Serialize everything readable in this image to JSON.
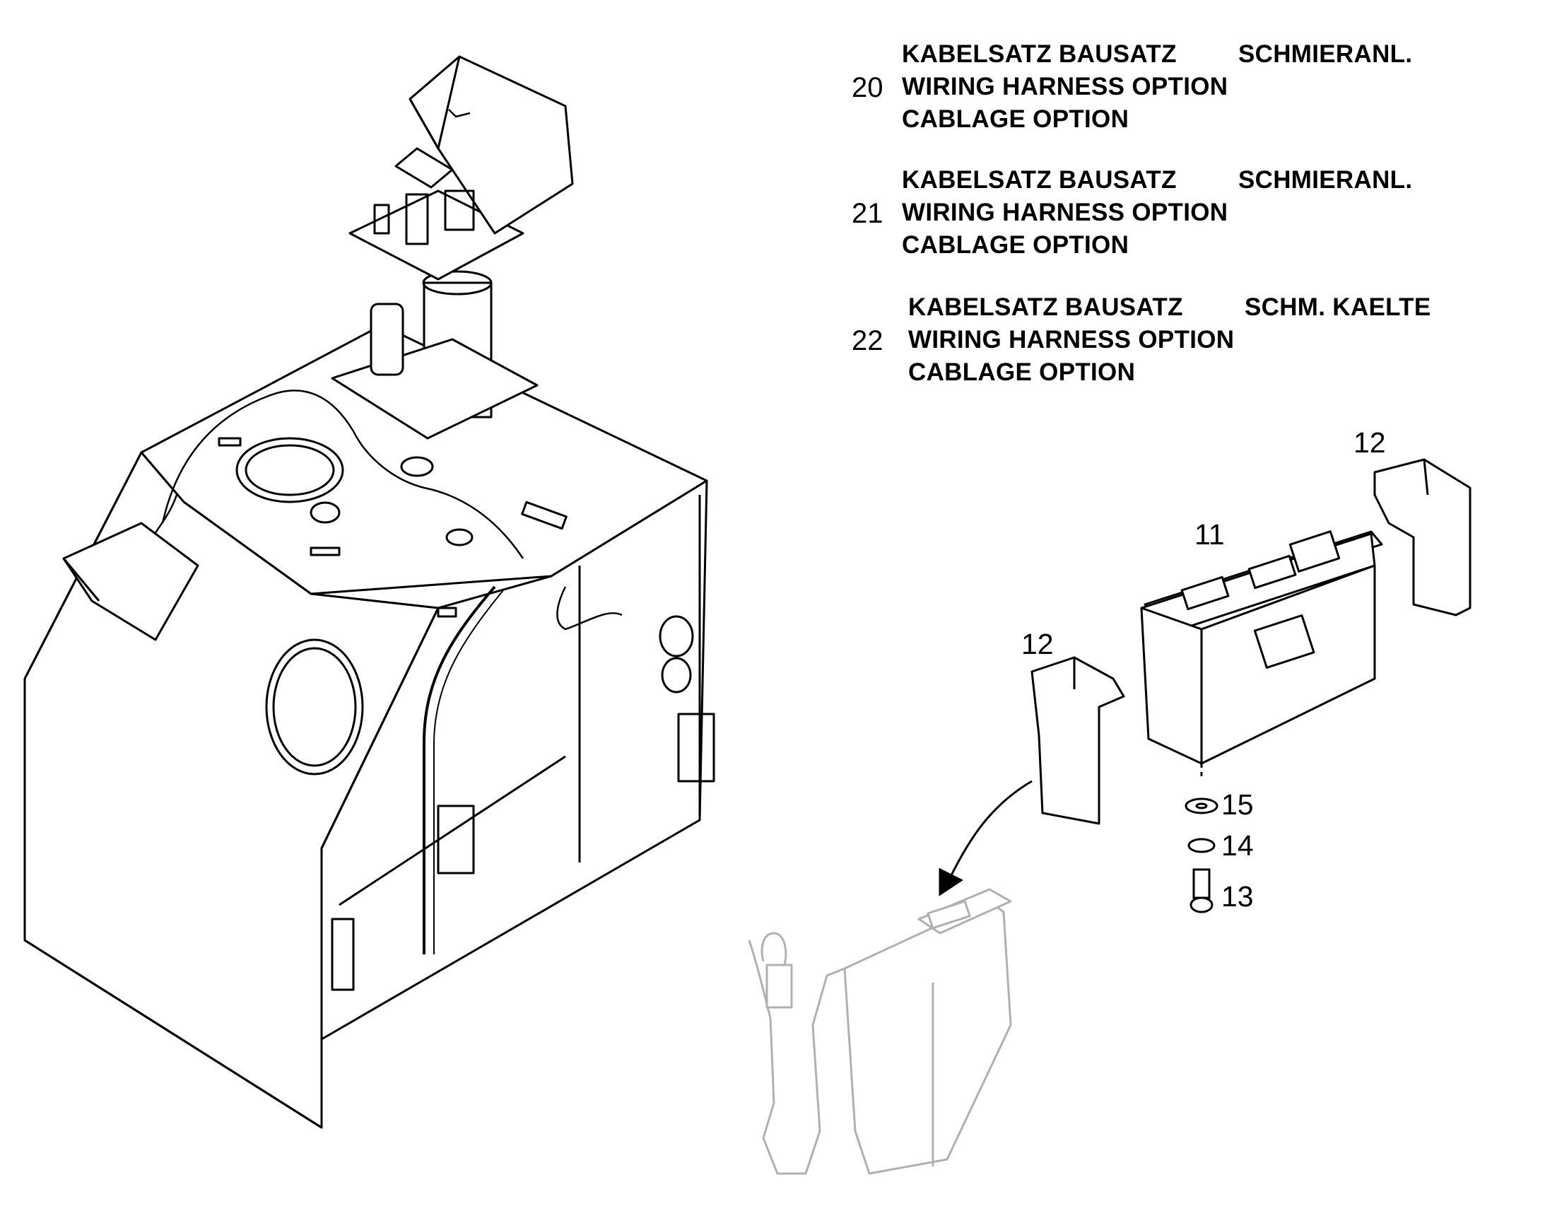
{
  "legend": [
    {
      "number": "20",
      "german": "KABELSATZ BAUSATZ",
      "suffix": "SCHMIERANL.",
      "english": "WIRING HARNESS OPTION",
      "french": "CABLAGE OPTION"
    },
    {
      "number": "21",
      "german": "KABELSATZ BAUSATZ",
      "suffix": "SCHMIERANL.",
      "english": "WIRING HARNESS OPTION",
      "french": "CABLAGE OPTION"
    },
    {
      "number": "22",
      "german": "KABELSATZ BAUSATZ",
      "suffix": "SCHM. KAELTE",
      "english": "WIRING HARNESS OPTION",
      "french": "CABLAGE OPTION"
    }
  ],
  "callouts": {
    "c11": "11",
    "c12_right": "12",
    "c12_left": "12",
    "c13": "13",
    "c14": "14",
    "c15": "15"
  },
  "colors": {
    "line": "#000000",
    "faded": "#b0b0b0",
    "background": "#ffffff"
  }
}
